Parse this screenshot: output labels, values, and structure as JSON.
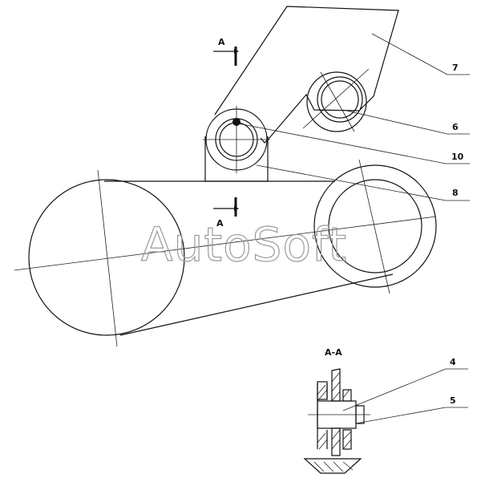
{
  "watermark": "AutoSoft",
  "section_label_top": "A",
  "section_label_bottom": "A",
  "section_title": "A-A",
  "callouts": {
    "c7": "7",
    "c6": "6",
    "c10": "10",
    "c8": "8",
    "c4": "4",
    "c5": "5"
  }
}
